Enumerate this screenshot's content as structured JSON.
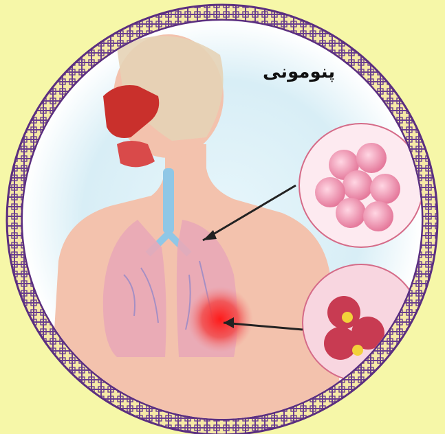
{
  "title": "پنومونی",
  "colors": {
    "background": "#f6f7a8",
    "border_ring": "#6a3e8f",
    "inner_glow": "#d9eff7",
    "skin": "#f3c2ad",
    "lung": "#e9a8b7",
    "infection": "#ee1c1c",
    "alveoli": "#e98aa8"
  },
  "icons": [
    "decorative-border-ring",
    "respiratory-system-figure",
    "healthy-alveoli-inset",
    "infected-alveoli-inset",
    "pointer-arrow"
  ]
}
